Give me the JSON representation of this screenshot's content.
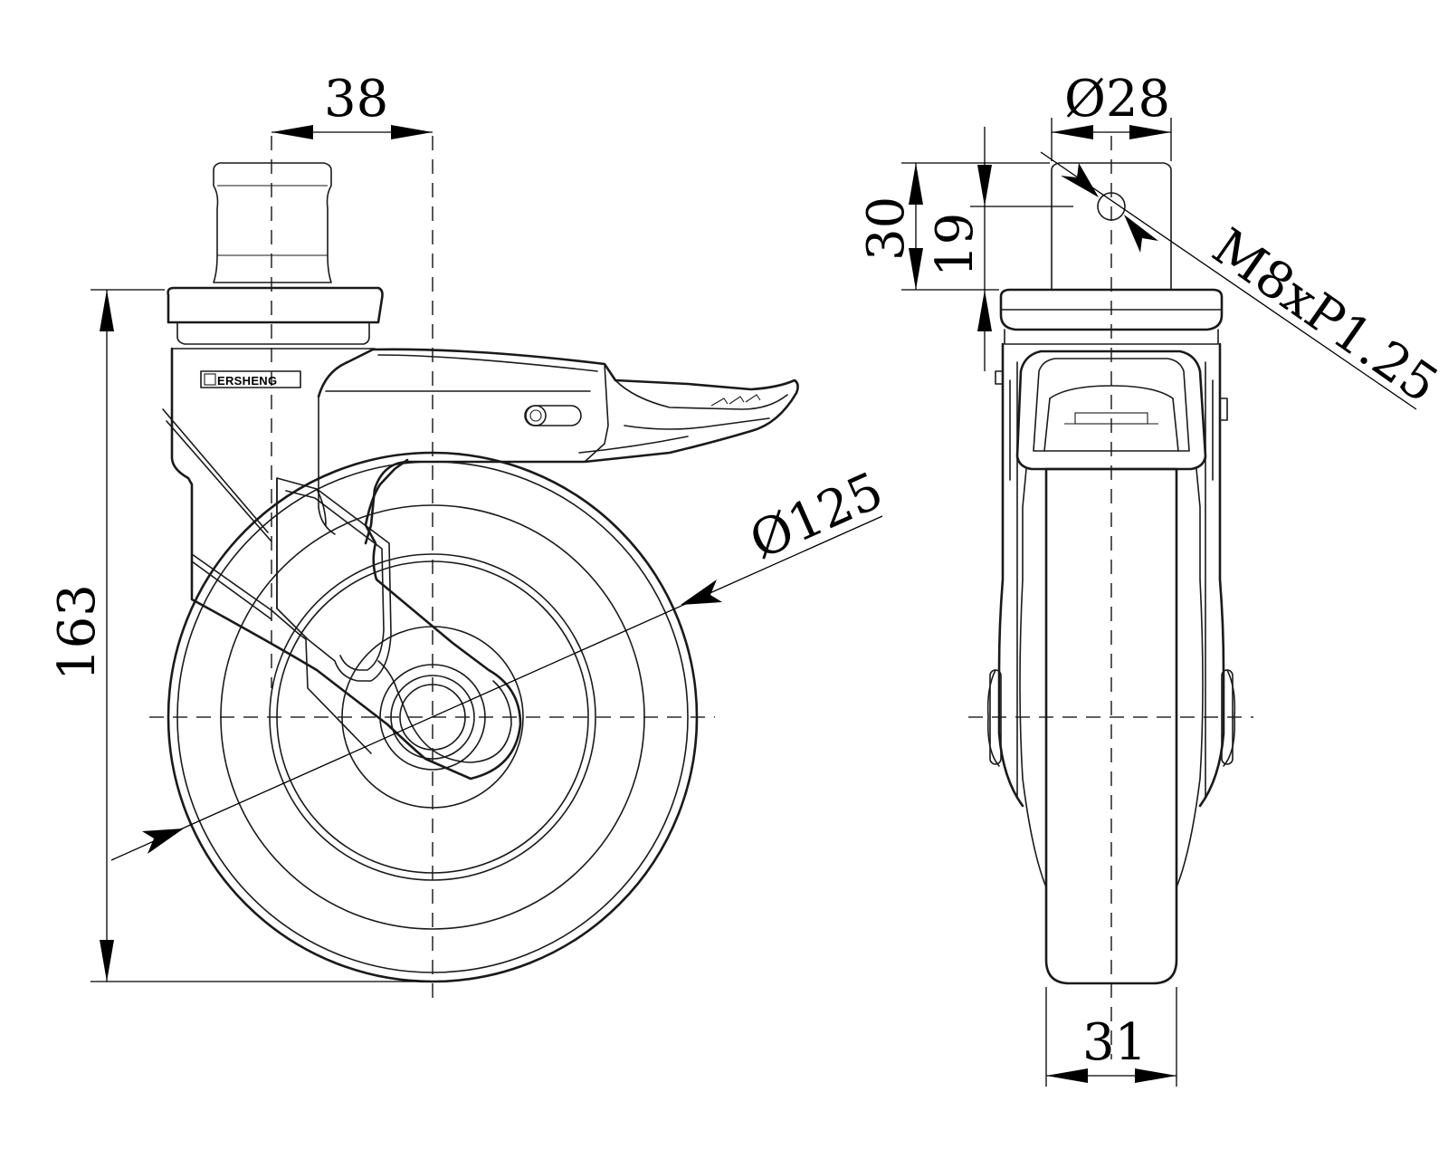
{
  "brand": {
    "logo_text": "ERSHENG"
  },
  "side_view": {
    "dim_offset": "38",
    "dim_height": "163",
    "dim_wheel_diameter": "Ø125"
  },
  "front_view": {
    "dim_stem_diameter": "Ø28",
    "dim_stem_length": "30",
    "dim_hole_height": "19",
    "dim_thread": "M8xP1.25",
    "dim_wheel_width": "31"
  },
  "colors": {
    "line": "#1a1a1a",
    "background": "#ffffff"
  }
}
